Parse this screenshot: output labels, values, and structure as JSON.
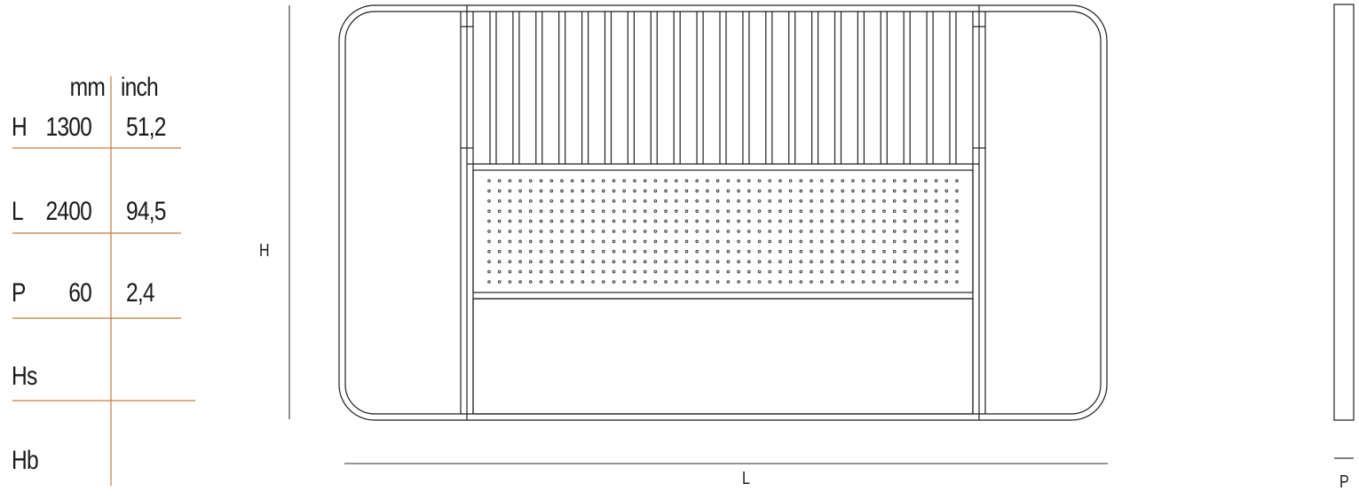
{
  "colors": {
    "line": "#1f1f1f",
    "table_rule": "#c87a3c",
    "background": "#ffffff",
    "dimension_line": "#555555"
  },
  "dimension_table": {
    "headers": {
      "mm": "mm",
      "inch": "inch"
    },
    "rows": [
      {
        "label": "H",
        "mm": "1300",
        "inch": "51,2"
      },
      {
        "label": "L",
        "mm": "2400",
        "inch": "94,5"
      },
      {
        "label": "P",
        "mm": "60",
        "inch": "2,4"
      },
      {
        "label": "Hs",
        "mm": "",
        "inch": ""
      },
      {
        "label": "Hb",
        "mm": "",
        "inch": ""
      }
    ]
  },
  "drawing": {
    "front_view": {
      "height_label": "H",
      "length_label": "L",
      "vertical_bar_pairs": 21,
      "perforation_columns": 46,
      "perforation_rows": 11
    },
    "side_view": {
      "depth_label": "P"
    }
  }
}
